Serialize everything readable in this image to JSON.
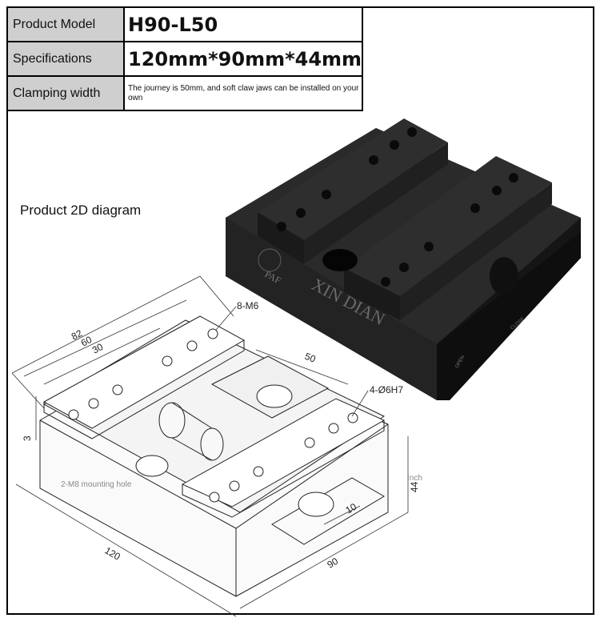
{
  "specs": {
    "rows": [
      {
        "label": "Product Model",
        "value": "H90-L50"
      },
      {
        "label": "Specifications",
        "value": "120mm*90mm*44mm"
      },
      {
        "label": "Clamping width",
        "value": "The journey is 50mm, and soft claw jaws can be installed on your own"
      }
    ]
  },
  "caption": "Product 2D diagram",
  "photo": {
    "logo_text": "PAF",
    "brand_text": "XIN DIAN",
    "open_label": "OPEN",
    "close_label": "CLOSE"
  },
  "drawing": {
    "dim_82": "82",
    "dim_60": "60",
    "dim_30": "30",
    "dim_50": "50",
    "dim_3": "3",
    "dim_120": "120",
    "dim_90": "90",
    "dim_10": "10",
    "dim_44": "44",
    "label_8m6": "8-M6",
    "label_4phi6h7": "4-Ø6H7",
    "label_2m8": "2-M8 mounting hole",
    "label_inch": "Inch"
  },
  "colors": {
    "label_bg": "#cfcfcf",
    "vise_body": "#1b1b1b"
  }
}
